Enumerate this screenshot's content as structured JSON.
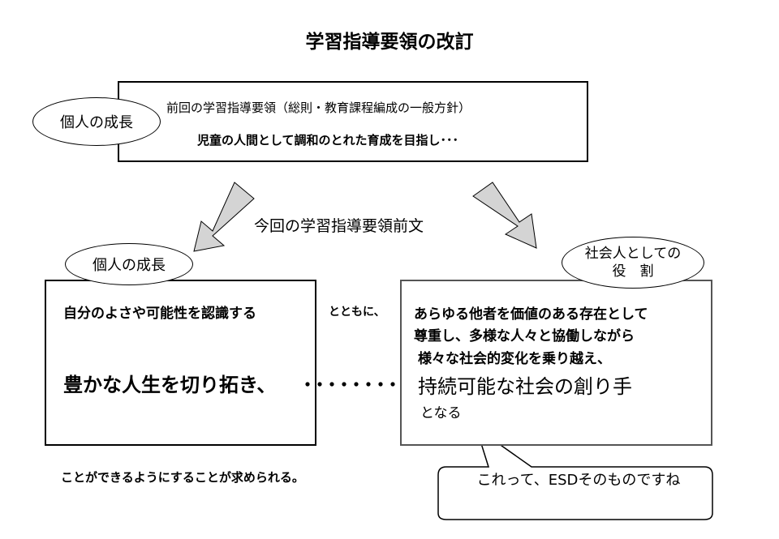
{
  "title": "学習指導要領の改訂",
  "previous": {
    "line1": "前回の学習指導要領（総則・教育課程編成の一般方針）",
    "line2": "児童の人間として調和のとれた育成を目指し･･･"
  },
  "oval_top": "個人の成長",
  "center_label": "今回の学習指導要領前文",
  "oval_left": "個人の成長",
  "oval_right": [
    "社会人としての",
    "役　割"
  ],
  "left_box": {
    "line1": "自分のよさや可能性を認識する",
    "connector": "とともに、",
    "line2": "豊かな人生を切り拓き、"
  },
  "right_box": {
    "line1": "あらゆる他者を価値のある存在として",
    "line2": "尊重し、多様な人々と協働しながら",
    "line3": "様々な社会的変化を乗り越え、",
    "line4": "持続可能な社会の創り手",
    "line5": "となる"
  },
  "bottom_note": "ことができるようにすることが求められる。",
  "callout": "これって、ESDそのものですね"
}
